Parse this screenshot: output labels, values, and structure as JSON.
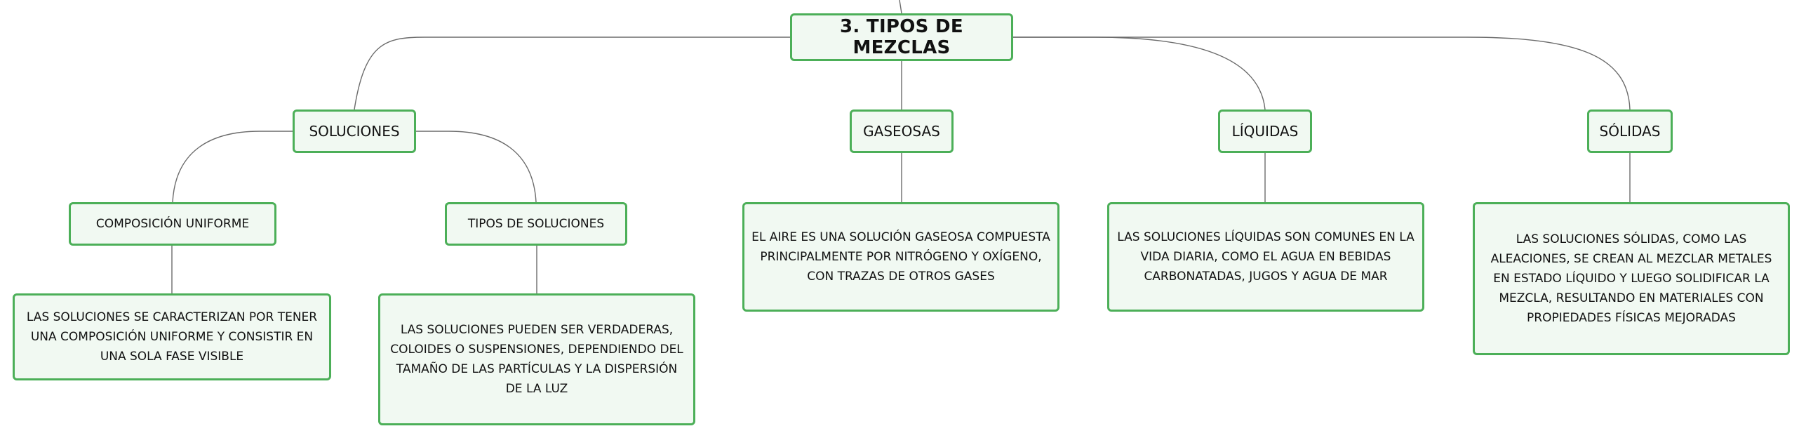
{
  "root": {
    "label": "3. TIPOS DE MEZCLAS"
  },
  "branches": {
    "soluciones": {
      "label": "SOLUCIONES",
      "children": {
        "composicion": {
          "label": "COMPOSICIÓN UNIFORME",
          "description": "LAS SOLUCIONES SE CARACTERIZAN POR TENER UNA COMPOSICIÓN UNIFORME Y CONSISTIR EN UNA SOLA FASE VISIBLE"
        },
        "tipos": {
          "label": "TIPOS DE SOLUCIONES",
          "description": "LAS SOLUCIONES PUEDEN SER VERDADERAS, COLOIDES O SUSPENSIONES, DEPENDIENDO DEL TAMAÑO DE LAS PARTÍCULAS Y LA DISPERSIÓN DE LA LUZ"
        }
      }
    },
    "gaseosas": {
      "label": "GASEOSAS",
      "description": "EL AIRE ES UNA SOLUCIÓN GASEOSA COMPUESTA PRINCIPALMENTE POR NITRÓGENO Y OXÍGENO, CON TRAZAS DE OTROS GASES"
    },
    "liquidas": {
      "label": "LÍQUIDAS",
      "description": "LAS SOLUCIONES LÍQUIDAS SON COMUNES EN LA VIDA DIARIA, COMO EL AGUA EN BEBIDAS CARBONATADAS, JUGOS Y AGUA DE MAR"
    },
    "solidas": {
      "label": "SÓLIDAS",
      "description": "LAS SOLUCIONES SÓLIDAS, COMO LAS ALEACIONES, SE CREAN AL MEZCLAR METALES EN ESTADO LÍQUIDO Y LUEGO SOLIDIFICAR LA MEZCLA, RESULTANDO EN MATERIALES CON PROPIEDADES FÍSICAS MEJORADAS"
    }
  },
  "colors": {
    "node_border": "#4caf58",
    "node_fill": "#f1f9f2",
    "connector": "#6b6b6b",
    "text": "#111111"
  }
}
